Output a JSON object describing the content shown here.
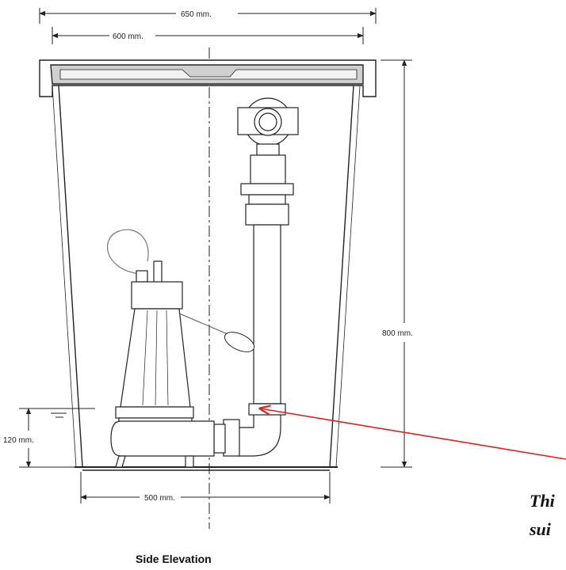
{
  "drawing": {
    "title": "Side Elevation",
    "dimensions": {
      "overall_width": "650 mm.",
      "inner_width": "600 mm.",
      "base_width": "500 mm.",
      "height": "800 mm.",
      "water_level": "120 mm."
    },
    "callout": {
      "line1": "Thi",
      "line2": "sui",
      "color": "#e02020"
    },
    "line_color": "#222222",
    "lid_color": "#c8c8c8"
  }
}
